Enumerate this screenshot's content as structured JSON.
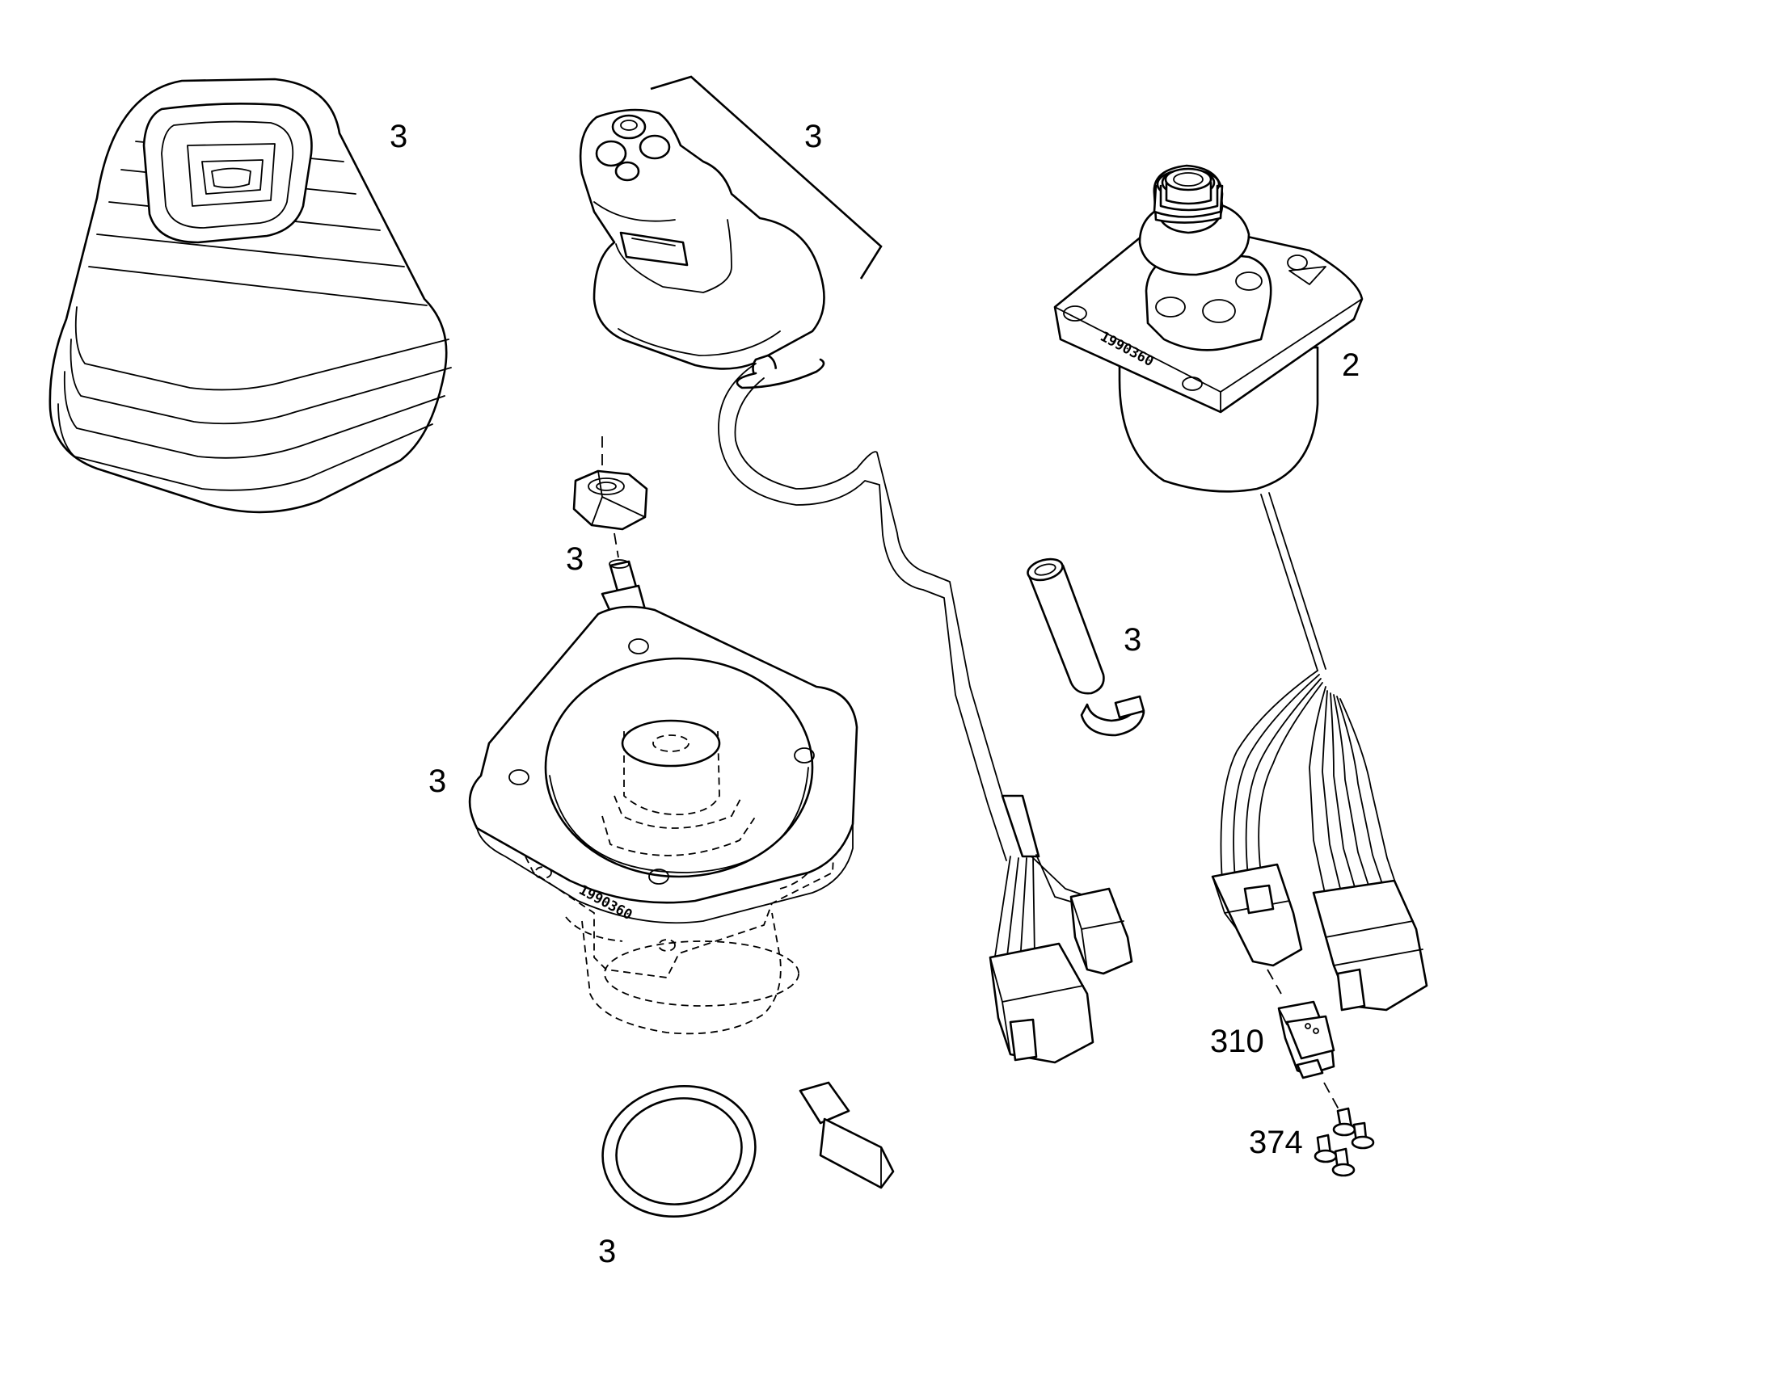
{
  "diagram": {
    "callouts": [
      {
        "id": "boot",
        "label": "3"
      },
      {
        "id": "grip",
        "label": "3"
      },
      {
        "id": "valve",
        "label": "2"
      },
      {
        "id": "nut",
        "label": "3"
      },
      {
        "id": "sleeve",
        "label": "3"
      },
      {
        "id": "plate",
        "label": "3"
      },
      {
        "id": "strap",
        "label": "3"
      },
      {
        "id": "connector",
        "label": "310"
      },
      {
        "id": "screws",
        "label": "374"
      }
    ],
    "stamp_text": "1990360"
  },
  "colors": {
    "line": "#000000",
    "background": "#ffffff"
  }
}
